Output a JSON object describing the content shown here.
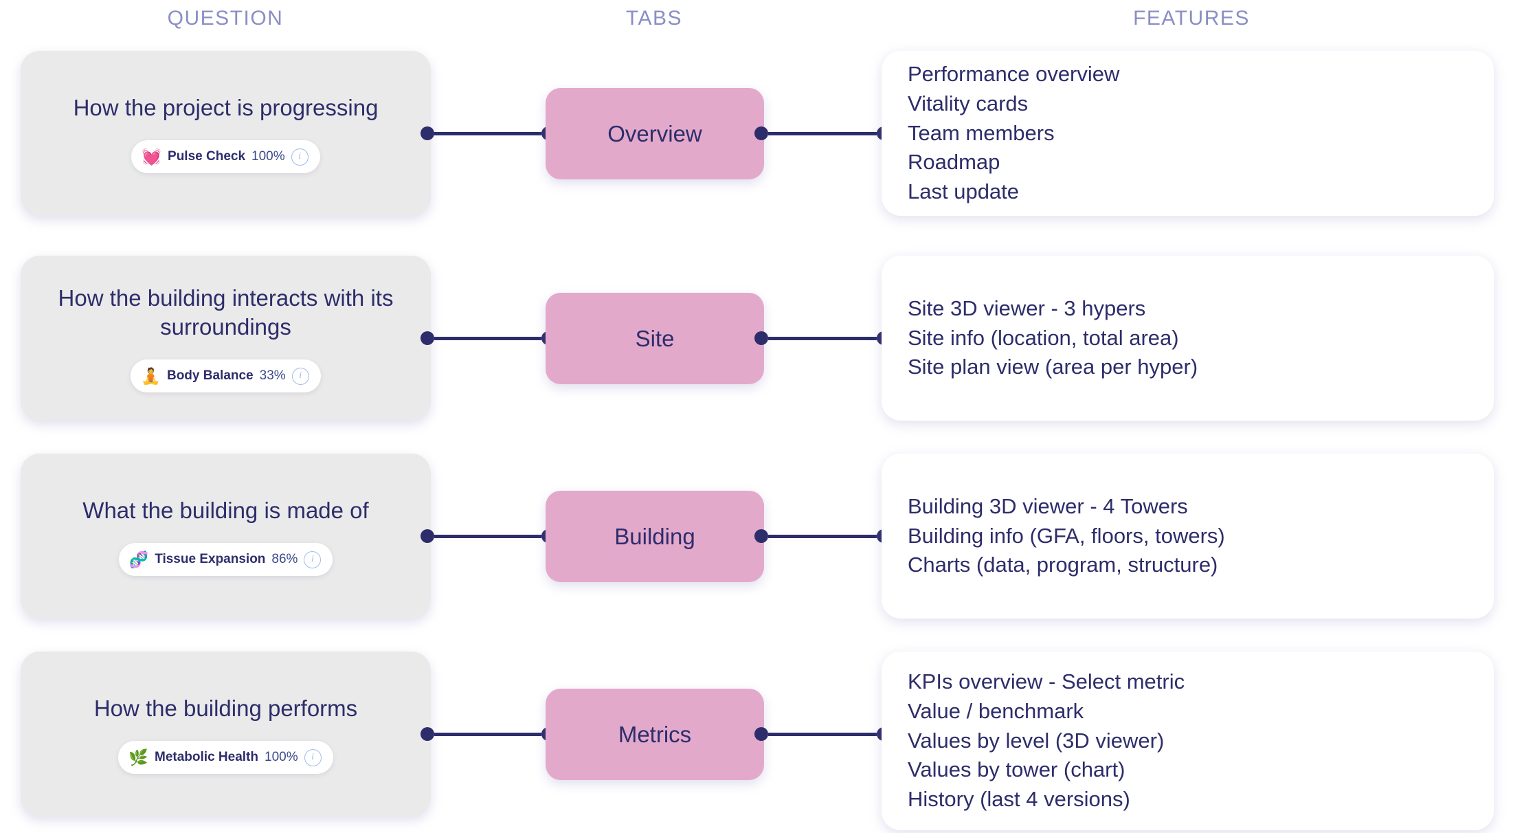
{
  "headers": {
    "question": "QUESTION",
    "tabs": "TABS",
    "features": "FEATURES"
  },
  "colors": {
    "header_text": "#8a8ec4",
    "question_card_bg": "#eaeaea",
    "tab_bg": "#e3a9cb",
    "features_card_bg": "#ffffff",
    "text_navy": "#2d2d6b",
    "connector": "#2d2d6b",
    "info_icon": "#9dbdea"
  },
  "rows": [
    {
      "question": "How the project is progressing",
      "badge": {
        "emoji": "💓",
        "emoji_name": "beating-heart-icon",
        "label": "Pulse Check",
        "value": "100%",
        "info": "i"
      },
      "tab": "Overview",
      "features": [
        "Performance overview",
        "Vitality cards",
        "Team members",
        "Roadmap",
        "Last update"
      ]
    },
    {
      "question": "How the building interacts with its surroundings",
      "badge": {
        "emoji": "🧘",
        "emoji_name": "person-lotus-position-icon",
        "label": "Body Balance",
        "value": "33%",
        "info": "i"
      },
      "tab": "Site",
      "features": [
        "Site 3D viewer - 3 hypers",
        "Site info (location, total area)",
        "Site plan view (area per hyper)"
      ]
    },
    {
      "question": "What the building is made of",
      "badge": {
        "emoji": "🧬",
        "emoji_name": "dna-icon",
        "label": "Tissue Expansion",
        "value": "86%",
        "info": "i"
      },
      "tab": "Building",
      "features": [
        "Building 3D viewer - 4 Towers",
        "Building info (GFA, floors, towers)",
        "Charts (data, program, structure)"
      ]
    },
    {
      "question": "How the building performs",
      "badge": {
        "emoji": "🌿",
        "emoji_name": "herb-leaf-icon",
        "label": "Metabolic Health",
        "value": "100%",
        "info": "i"
      },
      "tab": "Metrics",
      "features": [
        "KPIs overview - Select metric",
        "Value / benchmark",
        "Values by level (3D viewer)",
        "Values by tower (chart)",
        "History (last 4 versions)"
      ]
    }
  ]
}
